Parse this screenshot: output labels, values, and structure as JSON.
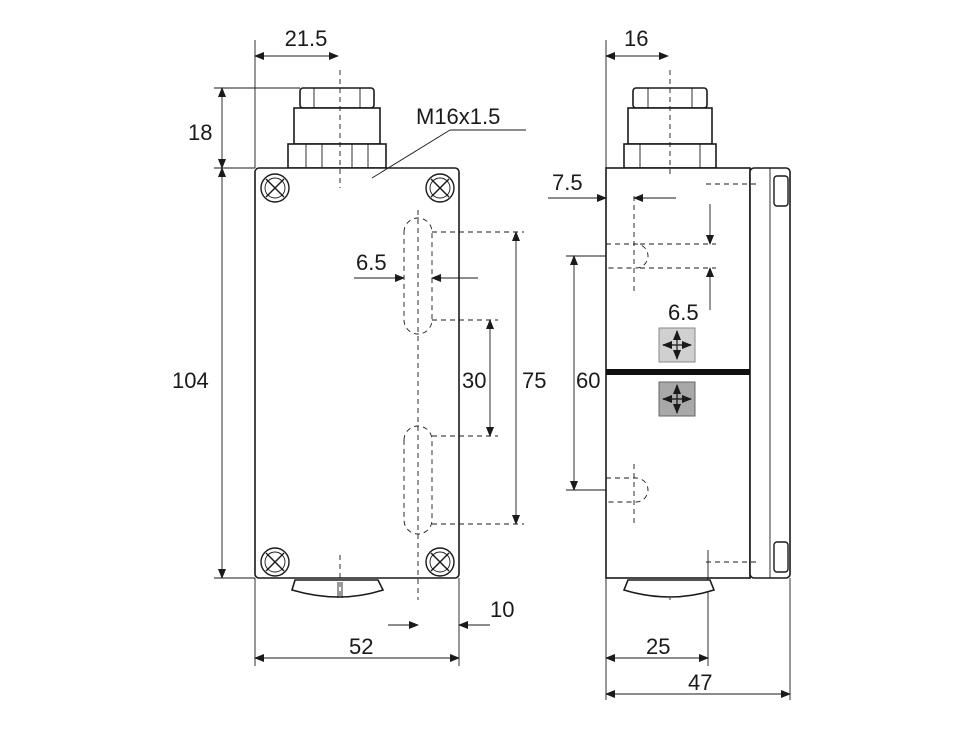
{
  "front_view": {
    "dim_width_cable": "21.5",
    "dim_height_gland": "18",
    "dim_thread": "M16x1.5",
    "dim_height_body": "104",
    "dim_slot_width": "6.5",
    "dim_slot_pitch": "30",
    "dim_slot_span": "75",
    "dim_width_body": "52",
    "dim_offset_bottom": "10"
  },
  "side_view": {
    "dim_width_gland": "16",
    "dim_offset_top": "7.5",
    "dim_slot_width": "6.5",
    "dim_hole_pitch": "60",
    "dim_depth_partial": "25",
    "dim_depth_total": "47"
  }
}
